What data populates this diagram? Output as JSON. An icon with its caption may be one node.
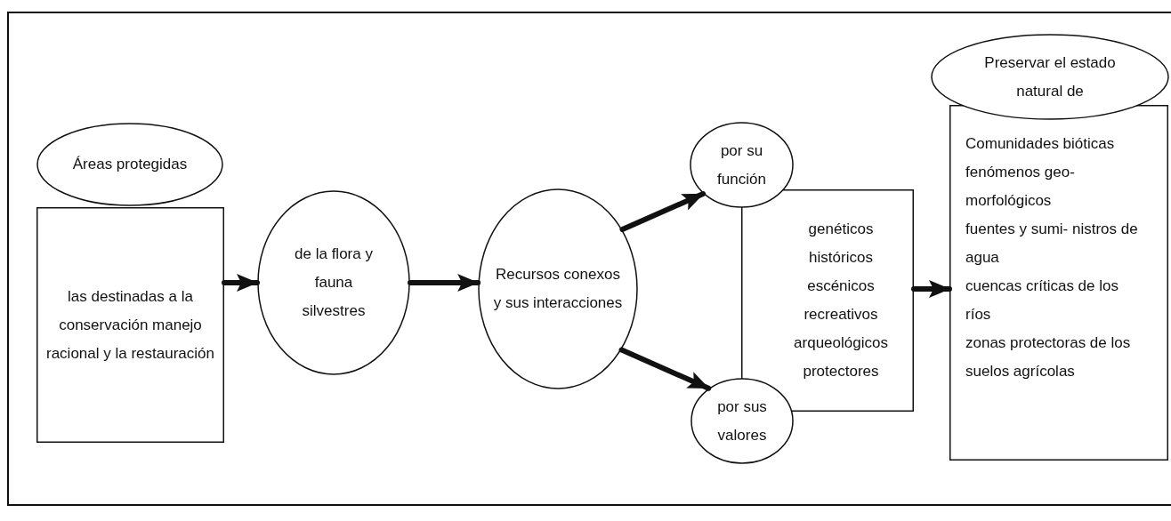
{
  "diagram": {
    "nodes": [
      {
        "text": [
          "Áreas protegidas"
        ]
      },
      {
        "text": [
          "las destinadas a la conservación manejo racional y la restauración"
        ]
      },
      {
        "text": [
          "de la flora y fauna silvestres"
        ]
      },
      {
        "text": [
          "Recursos conexos y sus interacciones"
        ]
      },
      {
        "text": [
          "por su función"
        ]
      },
      {
        "text": [
          "por sus valores"
        ]
      },
      {
        "text": [
          "genéticos históricos escénicos recreativos arqueológicos protectores"
        ]
      },
      {
        "text": [
          "Preservar el estado natural de"
        ]
      },
      {
        "text": [
          "Comunidades bióticas",
          "fenómenos geo- morfológicos",
          "fuentes y sumi- nistros de agua",
          "cuencas críticas de los ríos",
          "zonas protectoras de los suelos agrícolas"
        ]
      }
    ],
    "edges": [
      {
        "from": 1,
        "to": 2,
        "arrow": "to"
      },
      {
        "from": 2,
        "to": 3,
        "arrow": "to"
      },
      {
        "from": 3,
        "to": 4,
        "arrow": "to"
      },
      {
        "from": 3,
        "to": 5,
        "arrow": "to"
      },
      {
        "from": 6,
        "to": 8,
        "arrow": "to"
      }
    ]
  }
}
